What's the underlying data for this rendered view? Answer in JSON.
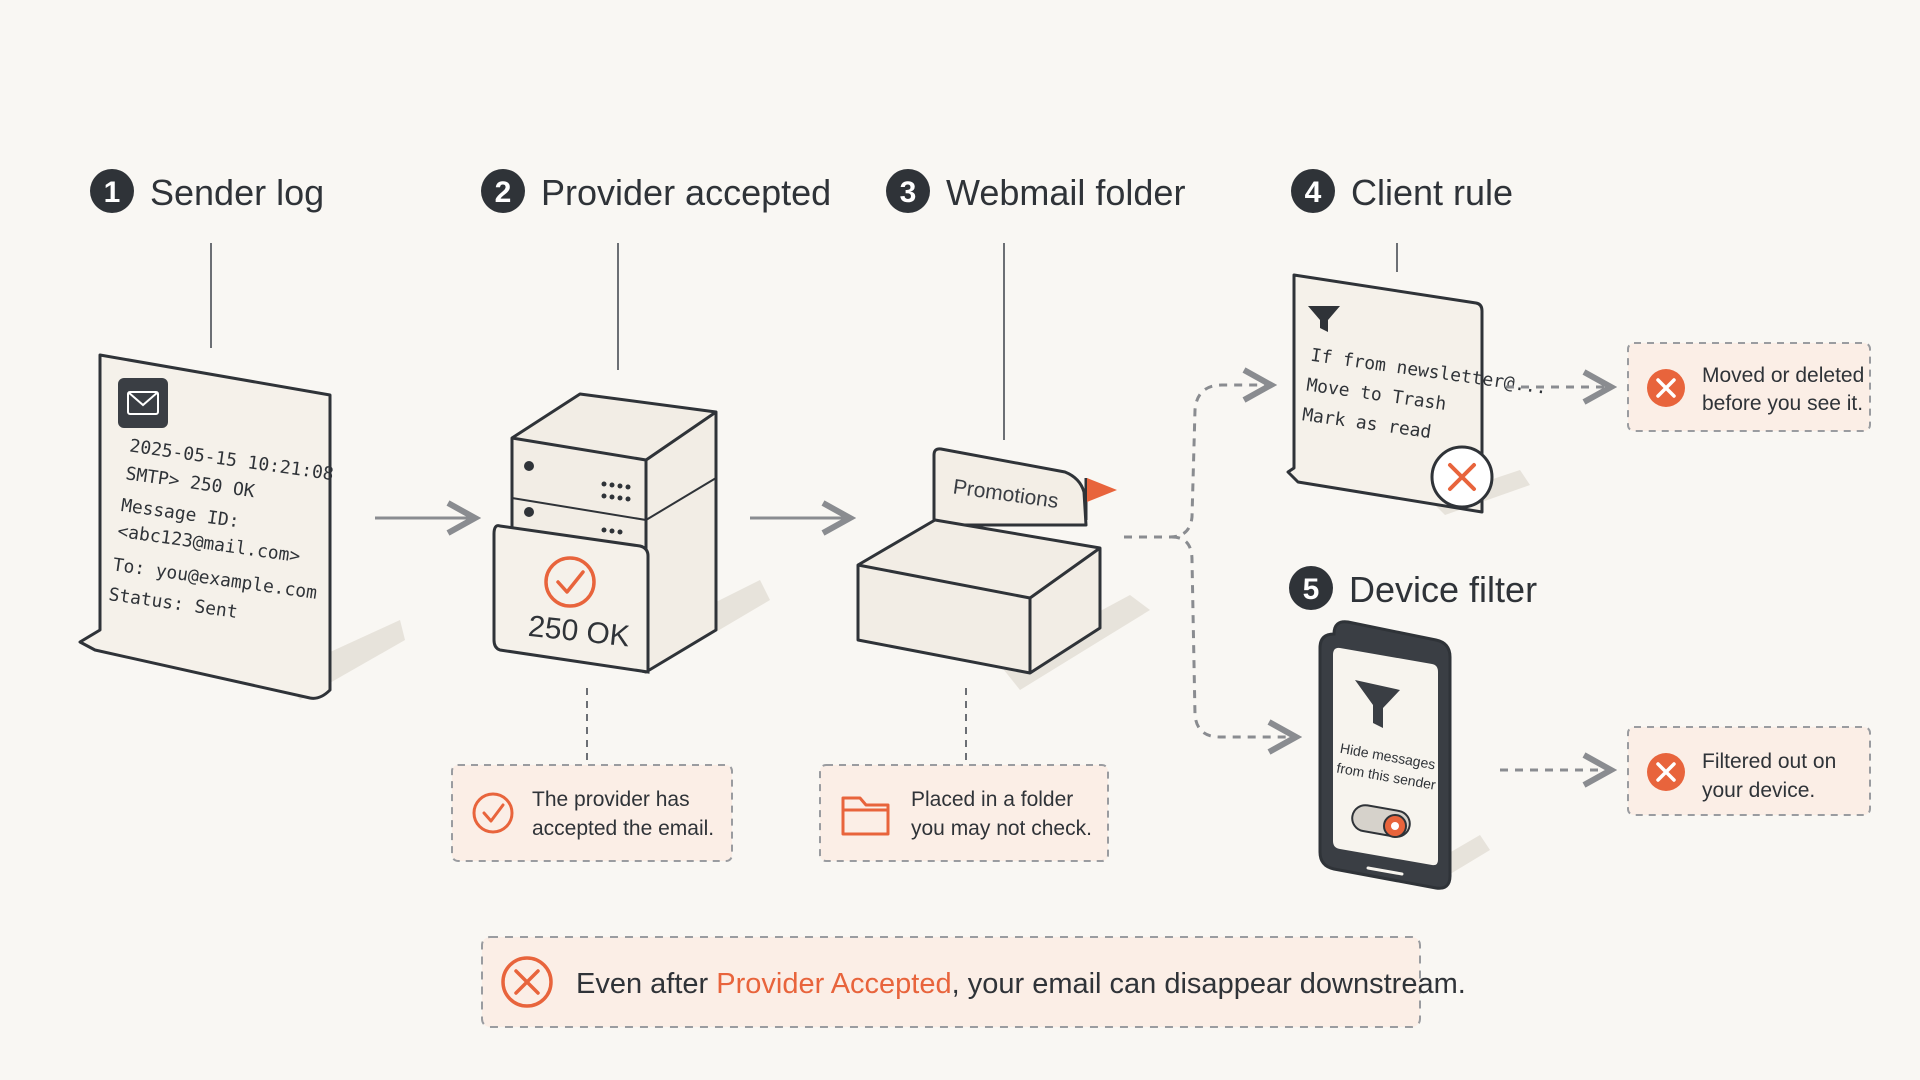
{
  "colors": {
    "background": "#f9f7f3",
    "ink": "#2f3338",
    "accent": "#e8643c",
    "card": "#f3eee6",
    "note_bg": "#fbeee6"
  },
  "steps": [
    {
      "number": "1",
      "title": "Sender log"
    },
    {
      "number": "2",
      "title": "Provider accepted"
    },
    {
      "number": "3",
      "title": "Webmail folder"
    },
    {
      "number": "4",
      "title": "Client rule"
    },
    {
      "number": "5",
      "title": "Device filter"
    }
  ],
  "sender_log": {
    "icon": "envelope-icon",
    "lines": [
      "2025-05-15 10:21:08",
      "SMTP> 250 OK",
      "Message ID:",
      "<abc123@mail.com>",
      "To: you@example.com",
      "Status: Sent"
    ]
  },
  "provider": {
    "icon": "server-icon",
    "status": "250 OK",
    "note_line1": "The provider has",
    "note_line2": "accepted the email."
  },
  "webmail": {
    "icon": "inbox-tray-icon",
    "folder_label": "Promotions",
    "note_line1": "Placed in a folder",
    "note_line2": "you may not check."
  },
  "client_rule": {
    "icon": "filter-icon",
    "lines": [
      "If from newsletter@...",
      "Move to Trash",
      "Mark as read"
    ],
    "result_line1": "Moved or deleted",
    "result_line2": "before you see it."
  },
  "device_filter": {
    "icon": "phone-icon",
    "phone_line1": "Hide messages",
    "phone_line2": "from this sender",
    "result_line1": "Filtered out on",
    "result_line2": "your device."
  },
  "footer": {
    "part1": "Even after ",
    "highlight": "Provider Accepted",
    "part2": ", your email can disappear downstream."
  }
}
